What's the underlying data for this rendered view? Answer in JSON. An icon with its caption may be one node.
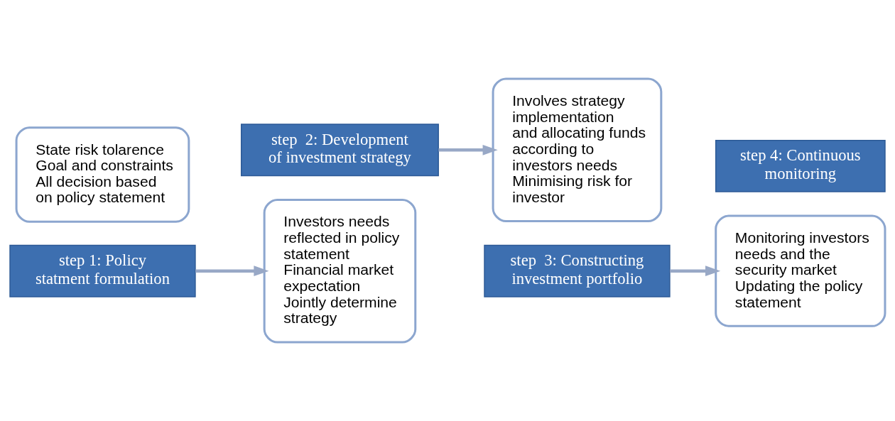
{
  "diagram": {
    "nodes": [
      {
        "text": [
          "State risk tolarence",
          "Goal and constraints",
          "All decision based on policy statement"
        ]
      },
      {
        "text": [
          "step 1: Policy statment formulation"
        ]
      },
      {
        "text": [
          "Investors needs reflected in policy statement",
          "Financial market expectation",
          "Jointly determine strategy"
        ]
      },
      {
        "text": [
          "step  2: Development of investment strategy"
        ]
      },
      {
        "text": [
          "Involves strategy implementation",
          "and allocating funds according to investors needs",
          "Minimising risk for investor"
        ]
      },
      {
        "text": [
          "step  3: Constructing investment portfolio"
        ]
      },
      {
        "text": [
          "Monitoring investors needs and the security market",
          "Updating the policy statement"
        ]
      },
      {
        "text": [
          "step 4: Continuous monitoring"
        ]
      }
    ],
    "edges": [
      {
        "from": 1,
        "to": 2,
        "arrow": "to"
      },
      {
        "from": 3,
        "to": 4,
        "arrow": "to"
      },
      {
        "from": 5,
        "to": 6,
        "arrow": "to"
      }
    ]
  }
}
